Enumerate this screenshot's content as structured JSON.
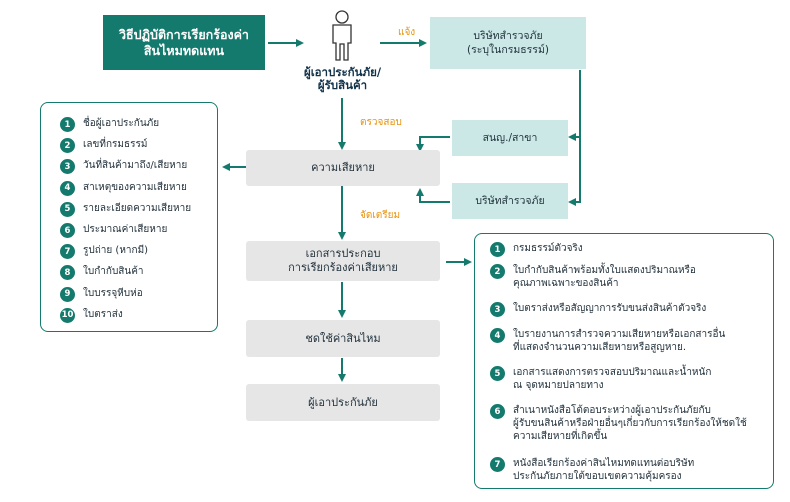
{
  "title": "วิธีปฏิบัติการเรียกร้องค่าสินไหมทดแทน",
  "person_label": "ผู้เอาประกันภัย/\nผู้รับสินค้า",
  "labels": {
    "notify": "แจ้ง",
    "inspect": "ตรวจสอบ",
    "prepare": "จัดเตรียม"
  },
  "boxes": {
    "surveyor_top": [
      "บริษัทสำรวจภัย",
      "(ระบุในกรมธรรม์)"
    ],
    "branch": "สนญ./สาขา",
    "surveyor": "บริษัทสำรวจภัย",
    "loss": "ความเสียหาย",
    "docs": [
      "เอกสารประกอบ",
      "การเรียกร้องค่าเสียหาย"
    ],
    "pay": "ชดใช้ค่าสินไหม",
    "insured": "ผู้เอาประกันภัย"
  },
  "left_list": [
    "ชื่อผู้เอาประกันภัย",
    "เลขที่กรมธรรม์",
    "วันที่สินค้ามาถึง/เสียหาย",
    "สาเหตุของความเสียหาย",
    "รายละเอียดความเสียหาย",
    "ประมาณค่าเสียหาย",
    "รูปถ่าย (หากมี)",
    "ใบกำกับสินค้า",
    "ใบบรรจุหีบห่อ",
    "ใบตราส่ง"
  ],
  "right_list": [
    [
      "กรมธรรม์ตัวจริง"
    ],
    [
      "ใบกำกับสินค้าพร้อมทั้งใบแสดงปริมาณหรือ",
      "คุณภาพเฉพาะของสินค้า"
    ],
    [
      "ใบตราส่งหรือสัญญาการรับขนส่งสินค้าตัวจริง"
    ],
    [
      "ใบรายงานการสำรวจความเสียหายหรือเอกสารอื่น",
      "ที่แสดงจำนวนความเสียหายหรือสูญหาย."
    ],
    [
      "เอกสารแสดงการตรวจสอบปริมาณและน้ำหนัก",
      "ณ จุดหมายปลายทาง"
    ],
    [
      "สำเนาหนังสือโต้ตอบระหว่างผู้เอาประกันภัยกับ",
      "ผู้รับขนสินค้าหรือฝ่ายอื่นๆเกี่ยวกับการเรียกร้องให้ชดใช้",
      "ความเสียหายที่เกิดขึ้น"
    ],
    [
      "หนังสือเรียกร้องค่าสินไหมทดแทนต่อบริษัท",
      "ประกันภัยภายใต้ขอบเขตความคุ้มครอง"
    ]
  ],
  "colors": {
    "teal": "#147a6d",
    "teal_light": "#cbe8e6",
    "grey": "#e6e6e6",
    "orange": "#e8920c"
  }
}
